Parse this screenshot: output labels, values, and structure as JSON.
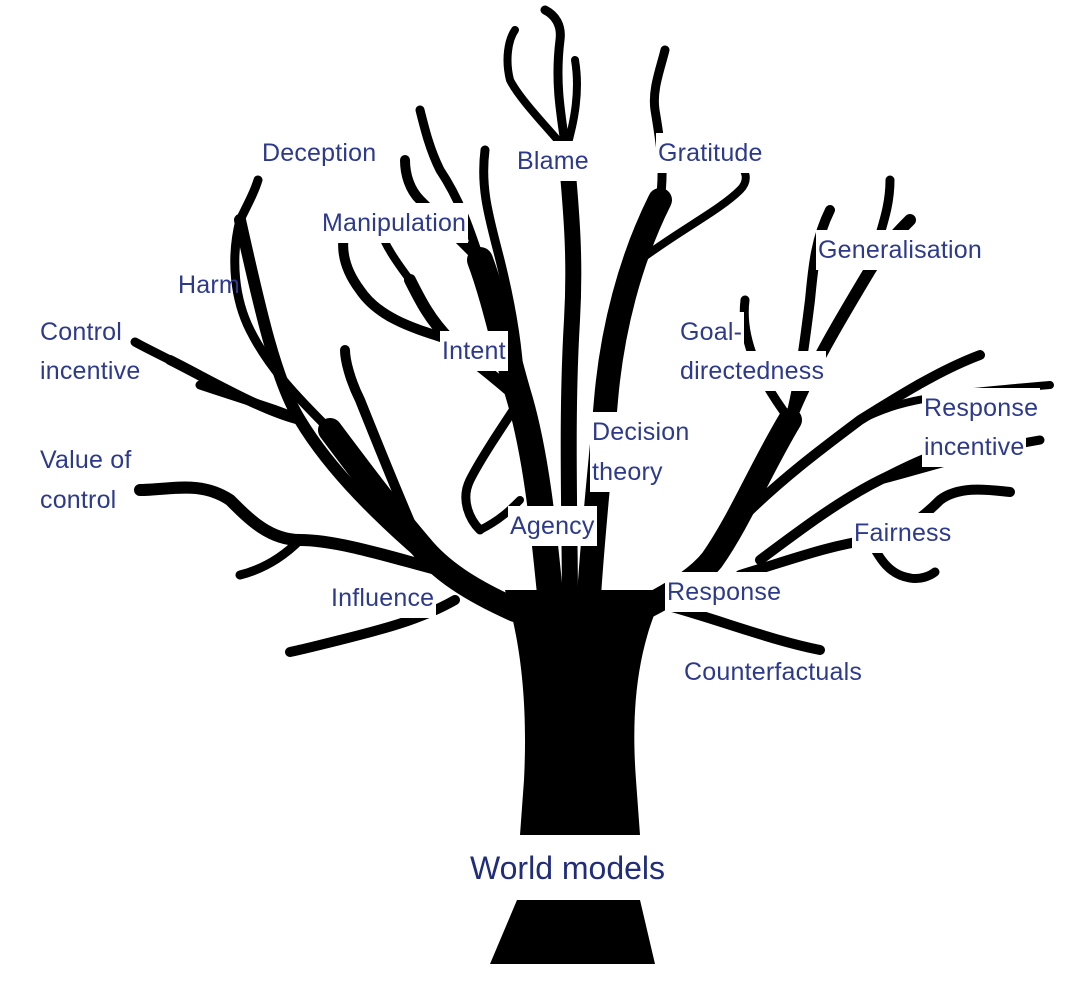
{
  "diagram": {
    "root": "World models",
    "labels": {
      "deception": "Deception",
      "blame": "Blame",
      "gratitude": "Gratitude",
      "manipulation": "Manipulation",
      "generalisation": "Generalisation",
      "harm": "Harm",
      "control_incentive": [
        "Control",
        "incentive"
      ],
      "intent": "Intent",
      "goal_directedness": [
        "Goal-",
        "directedness"
      ],
      "response_incentive": [
        "Response",
        "incentive"
      ],
      "decision_theory": [
        "Decision",
        "theory"
      ],
      "value_of_control": [
        "Value of",
        "control"
      ],
      "agency": "Agency",
      "fairness": "Fairness",
      "influence": "Influence",
      "response": "Response",
      "counterfactuals": "Counterfactuals"
    },
    "colors": {
      "label_text": "#2d3a8c",
      "root_text": "#1f2d7a",
      "tree": "#000000"
    }
  }
}
